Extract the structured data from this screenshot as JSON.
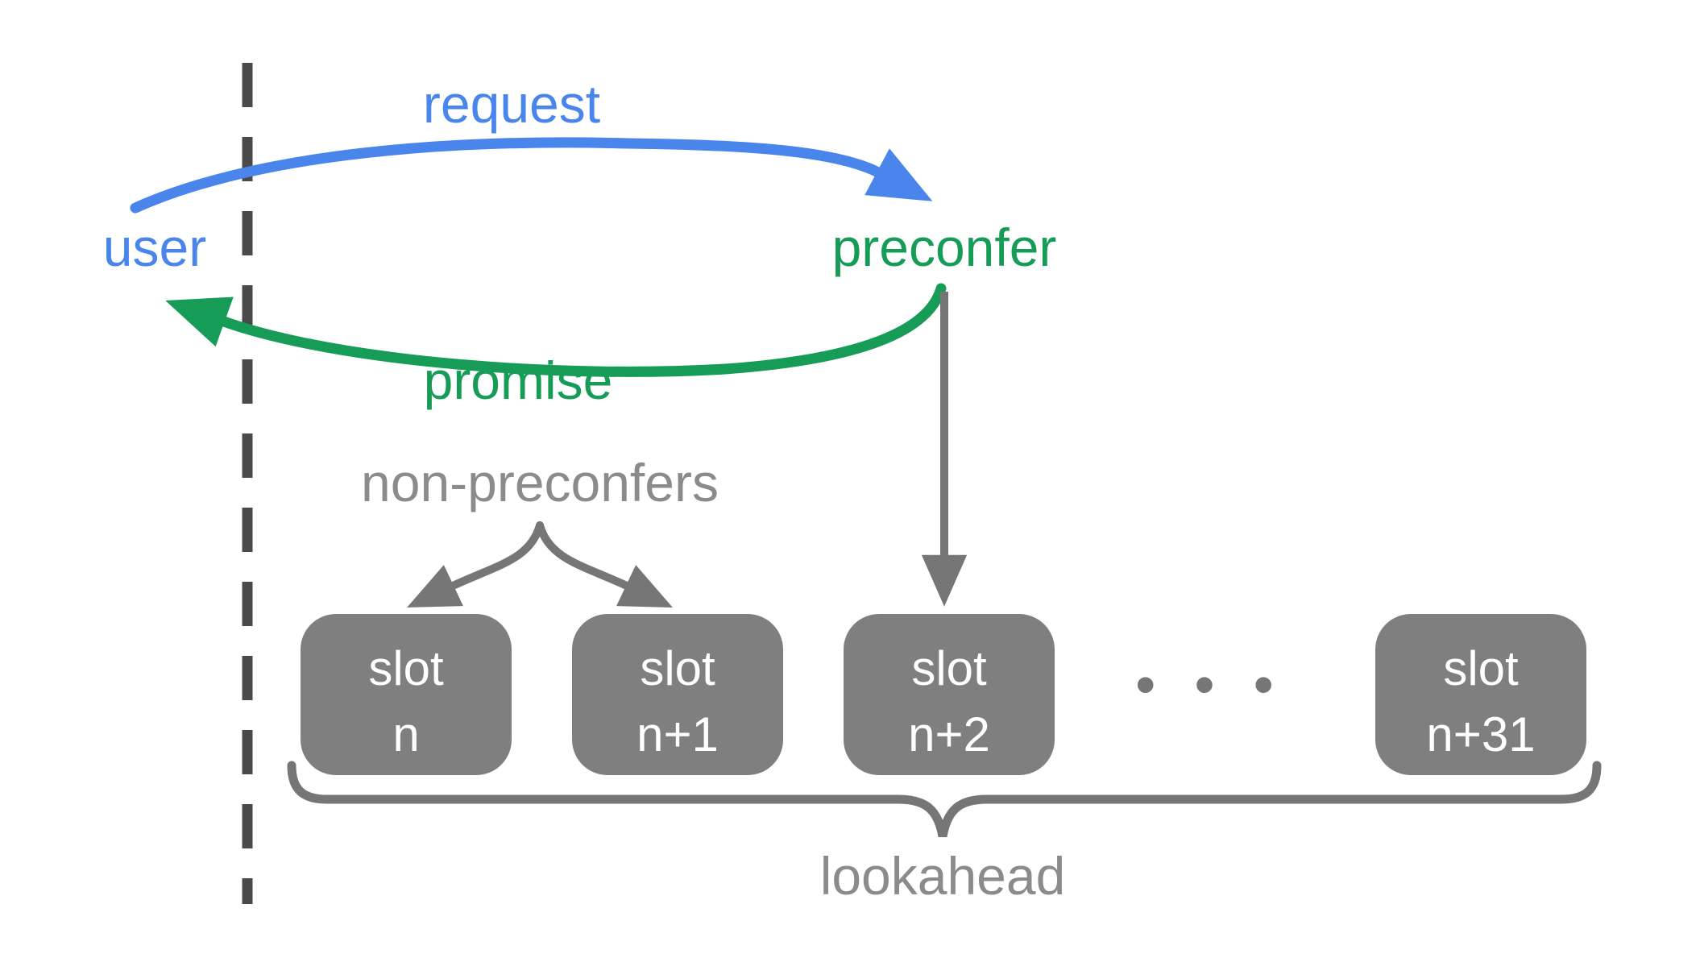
{
  "title": "preconfirmation lookahead diagram",
  "colors": {
    "blue": "#4a85ec",
    "green": "#169c56",
    "gray_shape": "#767676",
    "gray_label": "#8b8b8b",
    "slot_fill": "#7f7f7f",
    "slot_text": "#ffffff",
    "dash": "#4a4a4a",
    "background": "#ffffff"
  },
  "actors": {
    "user": "user",
    "preconfer": "preconfer"
  },
  "messages": {
    "request": "request",
    "promise": "promise"
  },
  "labels": {
    "non_preconfers": "non-preconfers",
    "lookahead": "lookahead",
    "ellipsis": "• • •"
  },
  "slots": [
    {
      "line1": "slot",
      "line2": "n"
    },
    {
      "line1": "slot",
      "line2": "n+1"
    },
    {
      "line1": "slot",
      "line2": "n+2"
    },
    {
      "line1": "slot",
      "line2": "n+31"
    }
  ]
}
